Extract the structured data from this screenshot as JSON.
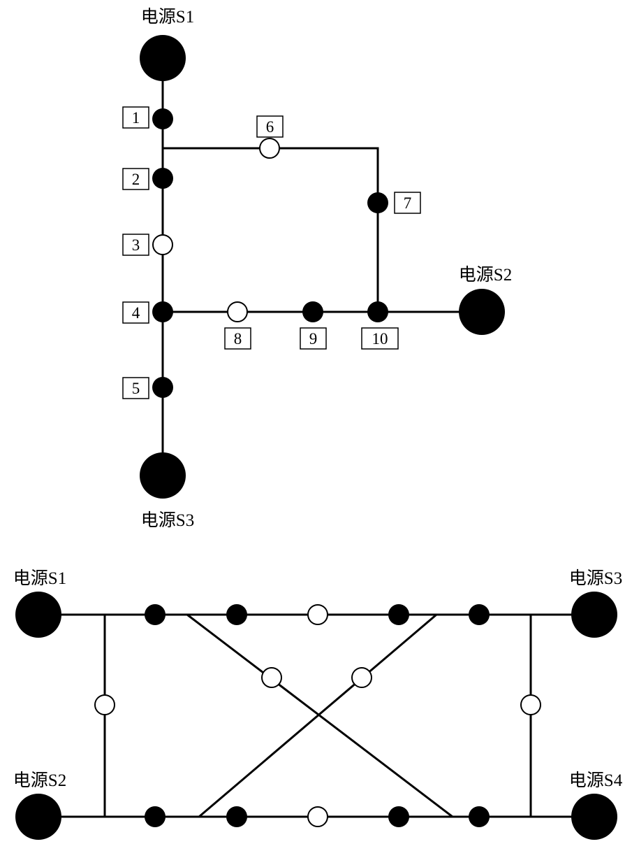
{
  "top_diagram": {
    "sources": {
      "s1": "电源S1",
      "s2": "电源S2",
      "s3": "电源S3"
    },
    "switches": [
      {
        "label": "1",
        "state": "closed"
      },
      {
        "label": "2",
        "state": "closed"
      },
      {
        "label": "3",
        "state": "open"
      },
      {
        "label": "4",
        "state": "closed"
      },
      {
        "label": "5",
        "state": "closed"
      },
      {
        "label": "6",
        "state": "open"
      },
      {
        "label": "7",
        "state": "closed"
      },
      {
        "label": "8",
        "state": "open"
      },
      {
        "label": "9",
        "state": "closed"
      },
      {
        "label": "10",
        "state": "closed"
      }
    ]
  },
  "bottom_diagram": {
    "sources": {
      "s1": "电源S1",
      "s2": "电源S2",
      "s3": "电源S3",
      "s4": "电源S4"
    }
  }
}
